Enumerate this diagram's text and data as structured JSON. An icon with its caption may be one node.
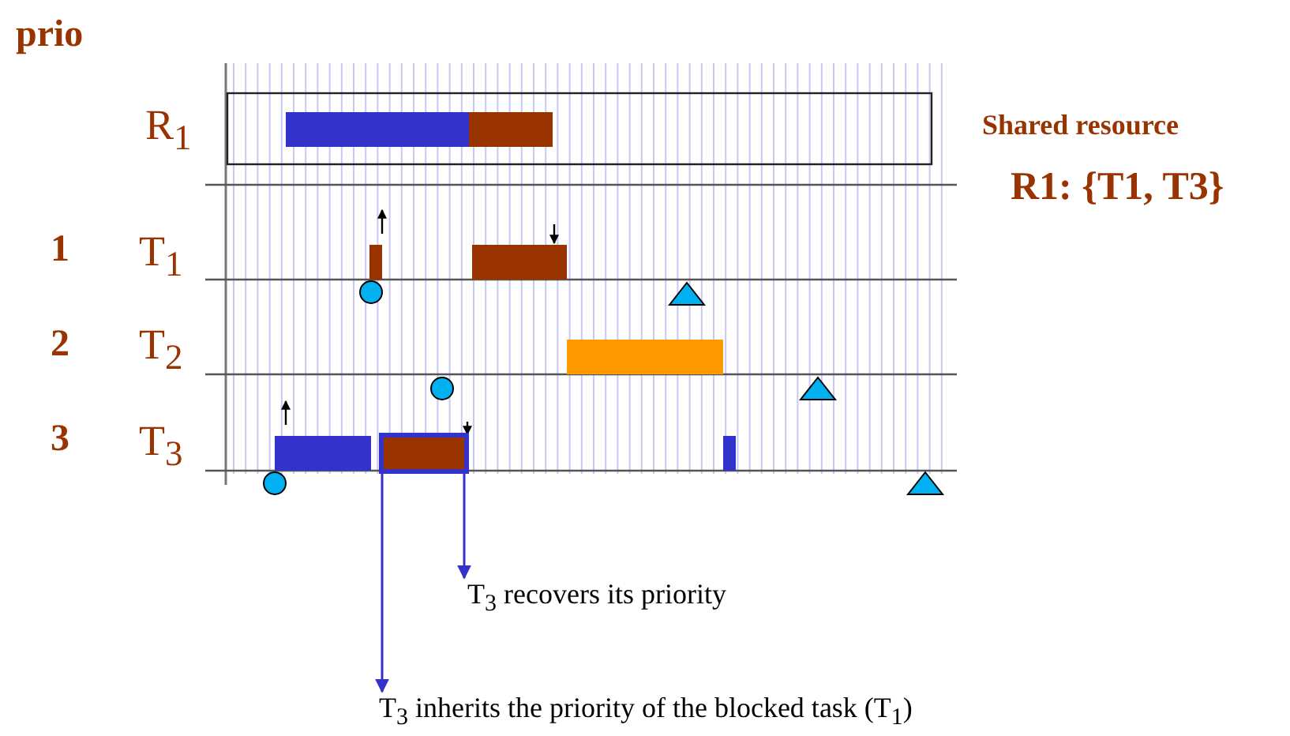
{
  "diagram": {
    "nodes": [
      {
        "text": [],
        "shape": "box"
      },
      {
        "text": [
          "T$_{3}$ recovers its priority"
        ]
      },
      {
        "text": [
          "T$_{3}$ inherits the priority of the blocked task (T$_{1}$)"
        ]
      }
    ],
    "edges": [
      {
        "from": 0,
        "to": 1,
        "arrow": "to"
      },
      {
        "from": 0,
        "to": 2,
        "arrow": "to"
      }
    ],
    "labels": [
      "prio",
      "R$_{1}$",
      "Shared resource",
      "R1: {T1, T3}",
      "1",
      "T$_{1}$",
      "2",
      "T$_{2}$",
      "3",
      "T$_{3}$"
    ]
  }
}
